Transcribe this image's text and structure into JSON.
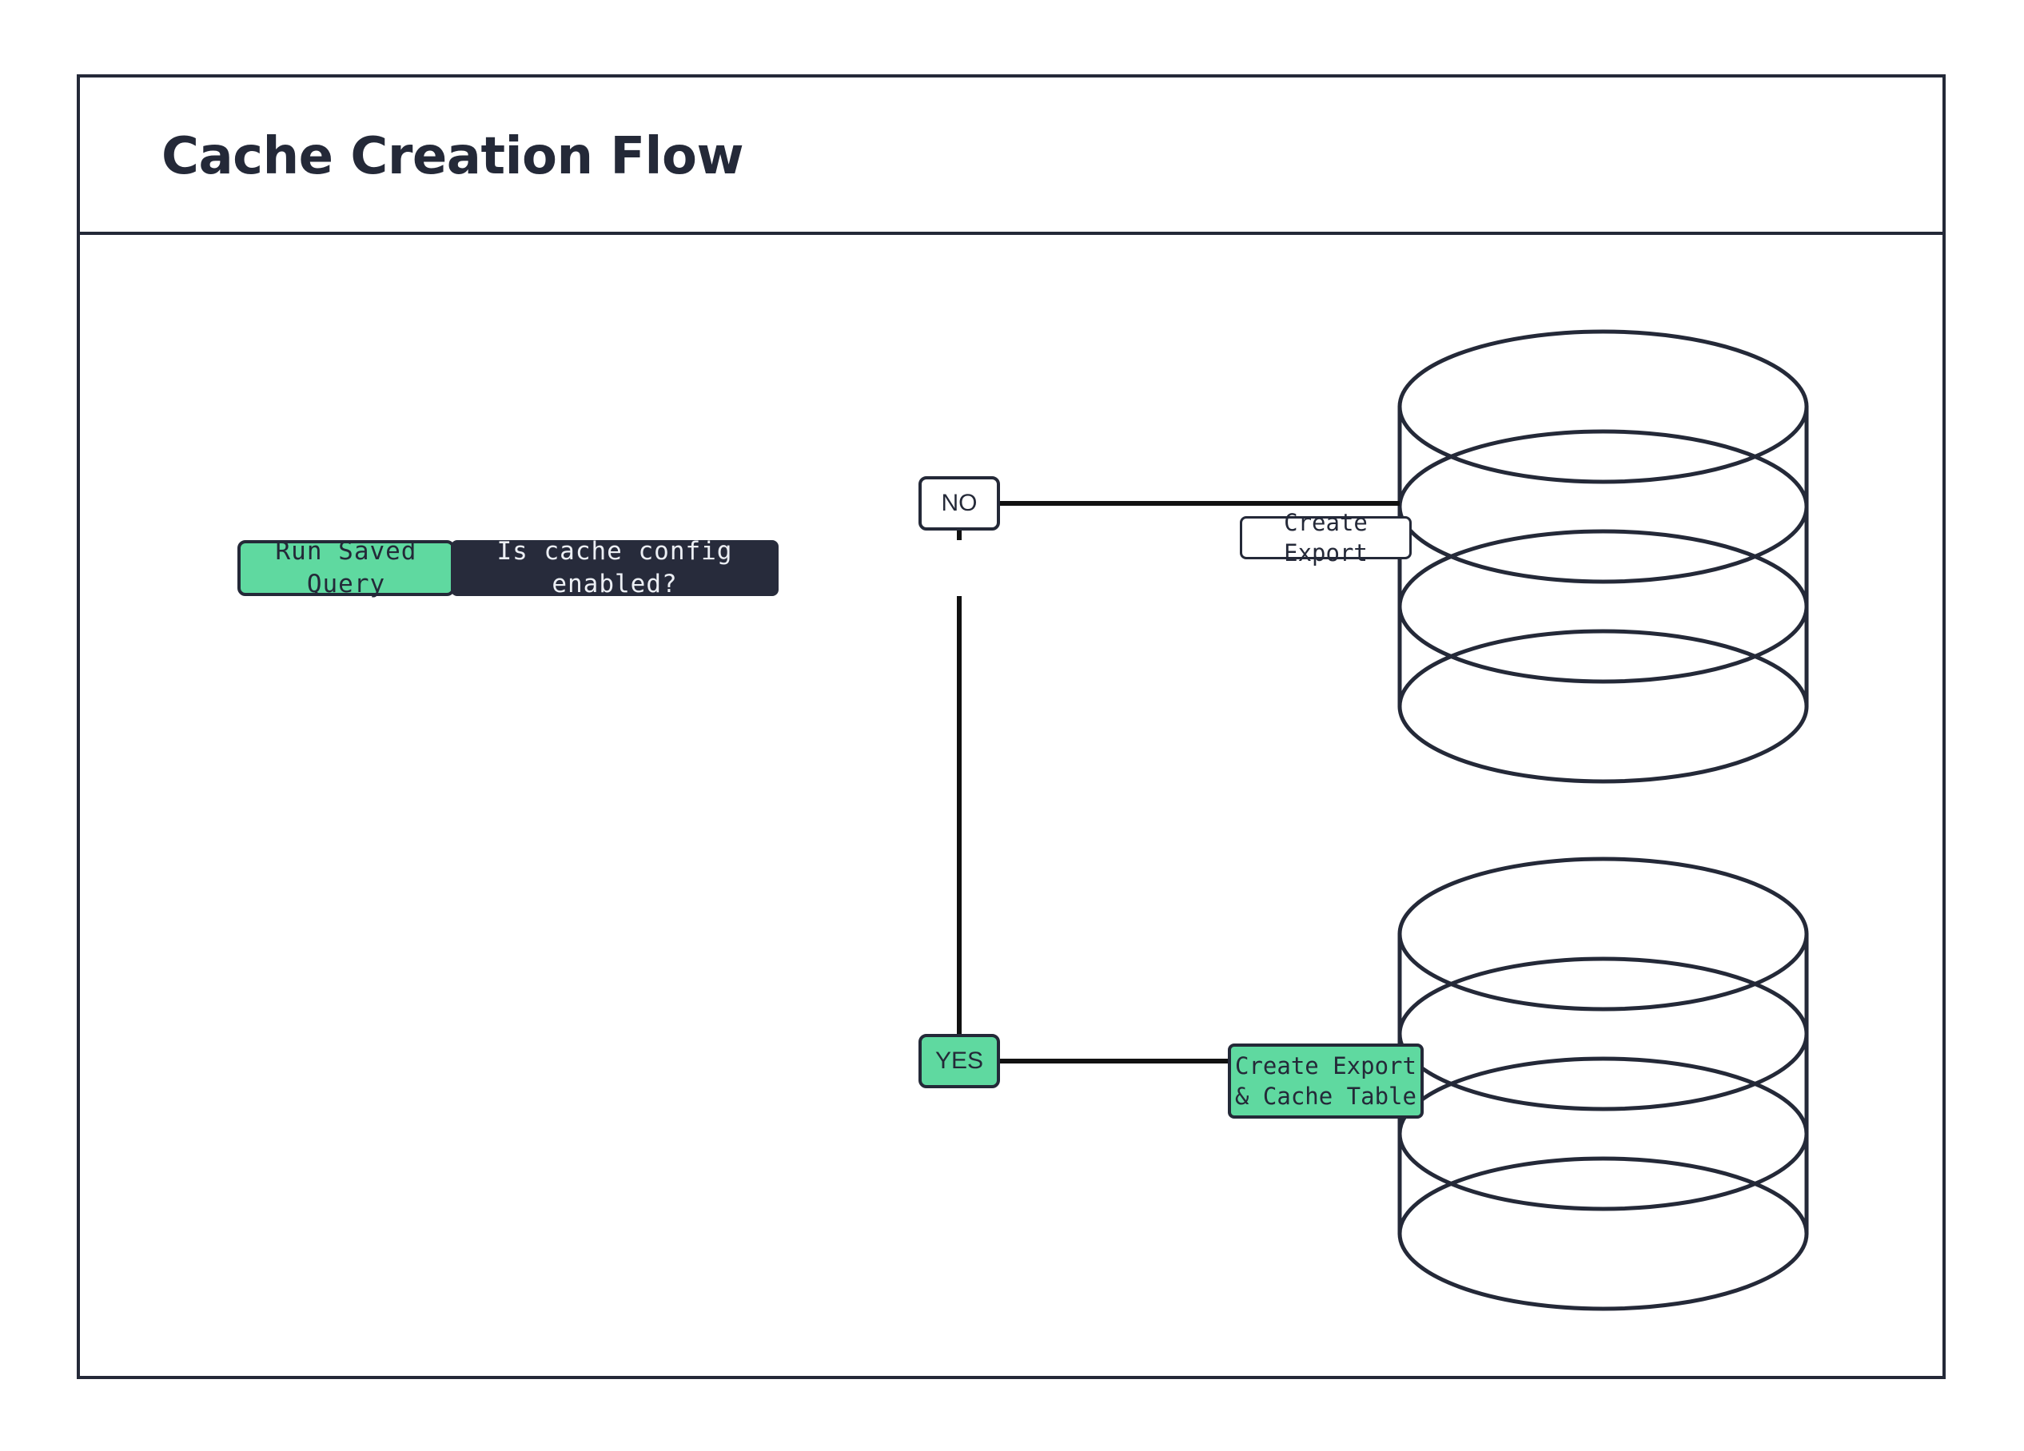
{
  "diagram": {
    "title": "Cache Creation Flow",
    "type": "flowchart",
    "colors": {
      "ink": "#242938",
      "dark_node_bg": "#272B3B",
      "dark_node_text": "#ECEFF4",
      "green_node_bg": "#5FD9A0",
      "canvas_bg": "#FFFFFF"
    },
    "nodes": [
      {
        "id": "run-saved-query",
        "label": "Run Saved Query",
        "shape": "rounded-rect",
        "style": "green"
      },
      {
        "id": "decision",
        "label": "Is cache config enabled?",
        "shape": "rounded-rect",
        "style": "dark"
      },
      {
        "id": "no",
        "label": "NO",
        "shape": "rounded-rect",
        "style": "white"
      },
      {
        "id": "yes",
        "label": "YES",
        "shape": "rounded-rect",
        "style": "green"
      },
      {
        "id": "db-top",
        "label": "Create Export",
        "shape": "database-cylinder",
        "style": "white"
      },
      {
        "id": "db-bottom",
        "label": "Create Export\n& Cache Table",
        "shape": "database-cylinder",
        "style": "green"
      }
    ],
    "edges": [
      {
        "from": "run-saved-query",
        "to": "decision",
        "label": ""
      },
      {
        "from": "decision",
        "to": "no",
        "label": ""
      },
      {
        "from": "decision",
        "to": "yes",
        "label": ""
      },
      {
        "from": "no",
        "to": "db-top",
        "label": ""
      },
      {
        "from": "yes",
        "to": "db-bottom",
        "label": ""
      }
    ]
  }
}
